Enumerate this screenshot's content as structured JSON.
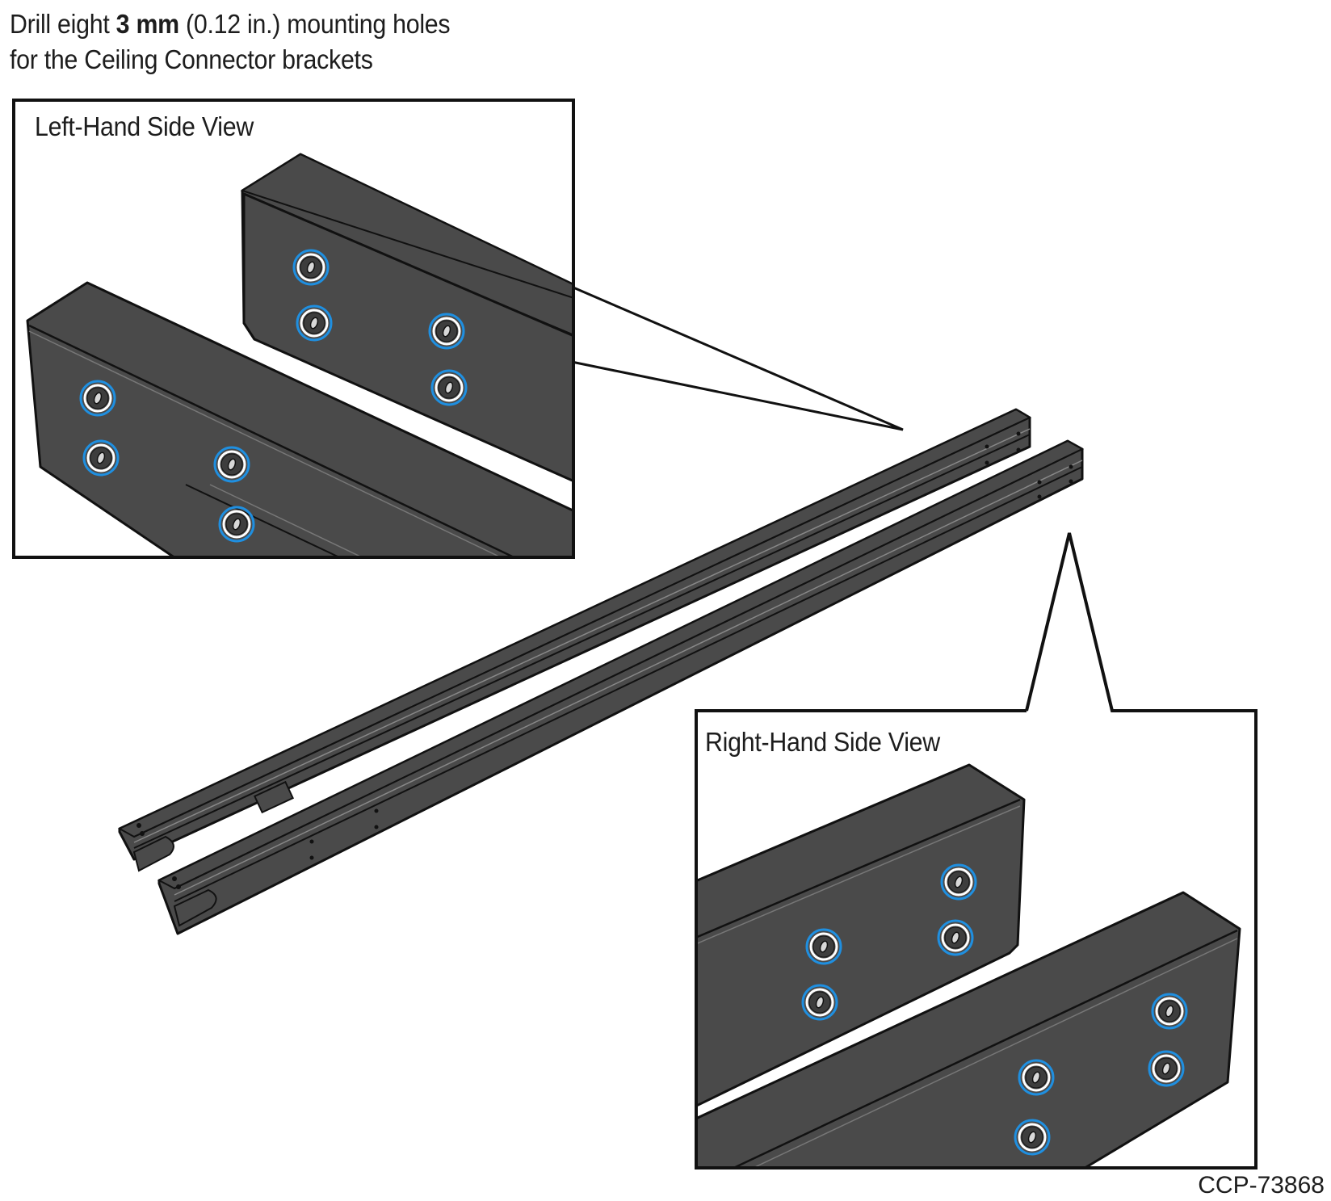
{
  "instruction": {
    "prefix": "Drill eight ",
    "size_bold": "3 mm",
    "suffix": " (0.12 in.) mounting holes",
    "line2": "for the Ceiling Connector brackets"
  },
  "callouts": {
    "left": {
      "title": "Left-Hand Side View"
    },
    "right": {
      "title": "Right-Hand Side View"
    }
  },
  "figure_id": "CCP-73868",
  "colors": {
    "rail_fill": "#4a4a4a",
    "outline": "#111111",
    "hole_highlight": "#1f8fe0",
    "background": "#ffffff"
  },
  "icons": {
    "hole_marker": "circled-hole-icon"
  }
}
